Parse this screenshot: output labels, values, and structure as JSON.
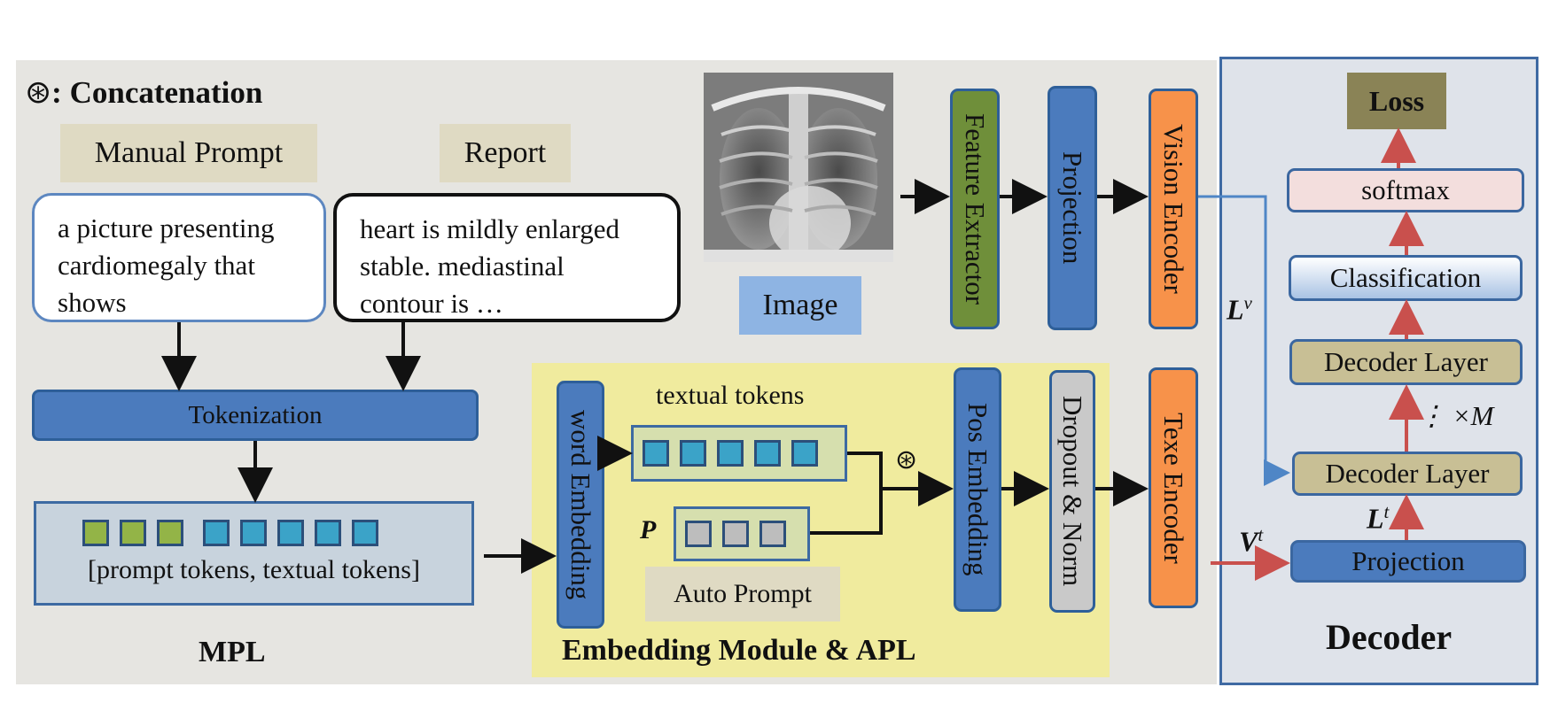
{
  "legend": {
    "symbol": "⊛",
    "text": ": Concatenation"
  },
  "mpl": {
    "manual_prompt_label": "Manual Prompt",
    "report_label": "Report",
    "manual_prompt_text": "a picture presenting cardiomegaly that shows",
    "report_text": "heart is mildly enlarged stable. mediastinal contour is …",
    "tokenization": "Tokenization",
    "tokens_caption": "[prompt tokens, textual tokens]",
    "prompt_token_count": 3,
    "text_token_count": 5,
    "title": "MPL"
  },
  "vision": {
    "image_label": "Image",
    "feature_extractor": "Feature Extractor",
    "projection": "Projection",
    "vision_encoder": "Vision Encoder"
  },
  "apl": {
    "word_embedding": "word Embedding",
    "textual_tokens_label": "textual tokens",
    "p_label": "P",
    "auto_prompt_label": "Auto Prompt",
    "concat_symbol": "⊛",
    "pos_embedding": "Pos Embedding",
    "dropout_norm": "Dropout & Norm",
    "text_encoder": "Texe Encoder",
    "title": "Embedding Module & APL",
    "textual_token_count": 5,
    "auto_token_count": 3
  },
  "decoder": {
    "loss": "Loss",
    "softmax": "softmax",
    "classification": "Classification",
    "decoder_layer_top": "Decoder Layer",
    "repeat": "⋮ ×M",
    "decoder_layer_bottom": "Decoder Layer",
    "projection": "Projection",
    "title": "Decoder",
    "lv_label": "L",
    "lv_sup": "v",
    "lt_label": "L",
    "lt_sup": "t",
    "vt_label": "V",
    "vt_sup": "t"
  },
  "colors": {
    "blue_block": "#4b7bbd",
    "green_block": "#6f8f3a",
    "orange_block": "#f7924a",
    "gray_block": "#c9c9c9",
    "prompt_token": "#93b447",
    "text_token": "#3ba3c8",
    "auto_token": "#bdbdbd",
    "red_arrow": "#c9504d",
    "blue_arrow": "#4f86c6"
  }
}
